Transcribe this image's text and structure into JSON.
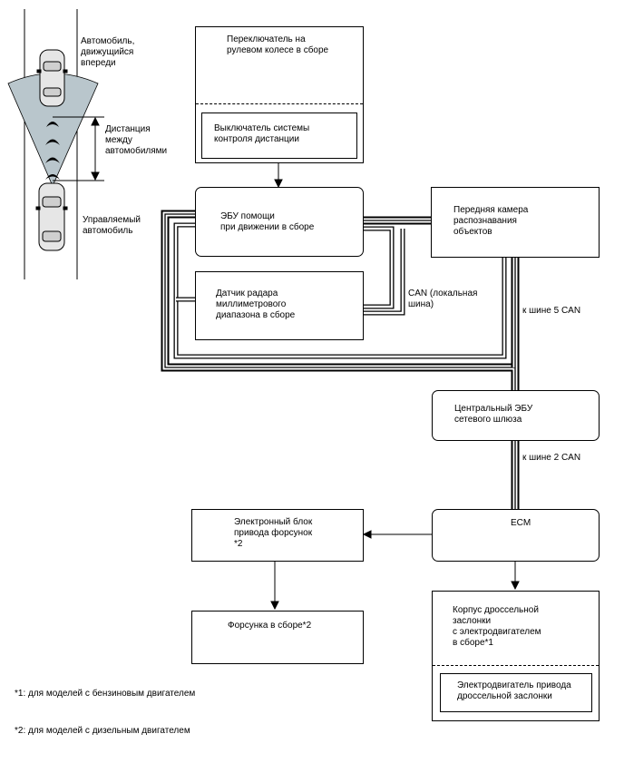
{
  "scene": {
    "lead_vehicle": "Автомобиль,\nдвижущийся\nвпереди",
    "distance": "Дистанция\nмежду\nавтомобилями",
    "own_vehicle": "Управляемый\nавтомобиль"
  },
  "blocks": {
    "steering_switch": "Переключатель на\nрулевом колесе в сборе",
    "distance_switch": "Выключатель системы\nконтроля дистанции",
    "driving_assist_ecu": "ЭБУ помощи\nпри движении в сборе",
    "front_camera": "Передняя камера\nраспознавания\nобъектов",
    "radar_sensor": "Датчик радара\nмиллиметрового\nдиапазона в сборе",
    "gateway_ecu": "Центральный ЭБУ\nсетевого шлюза",
    "ecm": "ECM",
    "injector_driver": "Электронный блок\nпривода форсунок\n*2",
    "injector": "Форсунка в сборе*2",
    "throttle_body": "Корпус дроссельной\nзаслонки\nс электродвигателем\nв сборе*1",
    "throttle_motor": "Электродвигатель привода\nдроссельной заслонки"
  },
  "bus_labels": {
    "can_local": "CAN (локальная\nшина)",
    "bus5": "к шине 5 CAN",
    "bus2": "к шине 2 CAN"
  },
  "footnotes": {
    "note1": "*1: для моделей с бензиновым двигателем",
    "note2": "*2: для моделей с дизельным двигателем"
  },
  "colors": {
    "line": "#000000",
    "beam": "#b9c6cc",
    "car_body": "#e6e6e6"
  }
}
